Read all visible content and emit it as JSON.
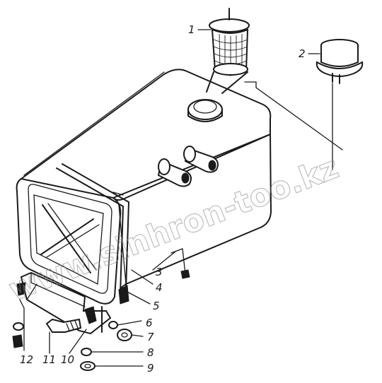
{
  "callouts": {
    "c1": "1",
    "c2": "2",
    "c3": "3",
    "c4": "4",
    "c5": "5",
    "c6": "6",
    "c7": "7",
    "c8": "8",
    "c9": "9",
    "c10": "10",
    "c11": "11",
    "c12": "12"
  },
  "watermark": "www.sinhron-too.kz",
  "colors": {
    "ink": "#1a1a1a",
    "watermark": "#8a8a8a",
    "background": "#ffffff"
  }
}
